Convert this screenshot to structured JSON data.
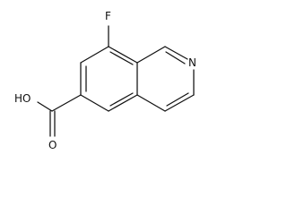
{
  "molecule": {
    "atoms": {
      "fluorine": "F",
      "nitrogen": "N",
      "hydroxyl": "HO",
      "carbonyl_oxygen": "O"
    }
  }
}
